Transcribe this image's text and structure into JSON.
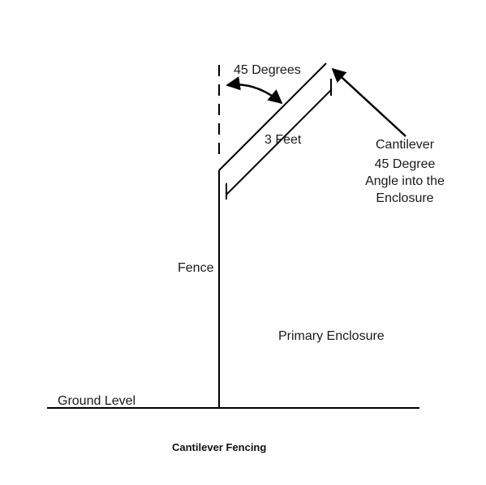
{
  "labels": {
    "angle": "45 Degrees",
    "length": "3 Feet",
    "cantilever": [
      "Cantilever",
      "45 Degree",
      "Angle into the",
      "Enclosure"
    ],
    "fence": "Fence",
    "enclosure": "Primary Enclosure",
    "ground": "Ground Level"
  },
  "caption": "Cantilever Fencing",
  "colors": {
    "line": "#000000",
    "text": "#1a1a1a"
  }
}
